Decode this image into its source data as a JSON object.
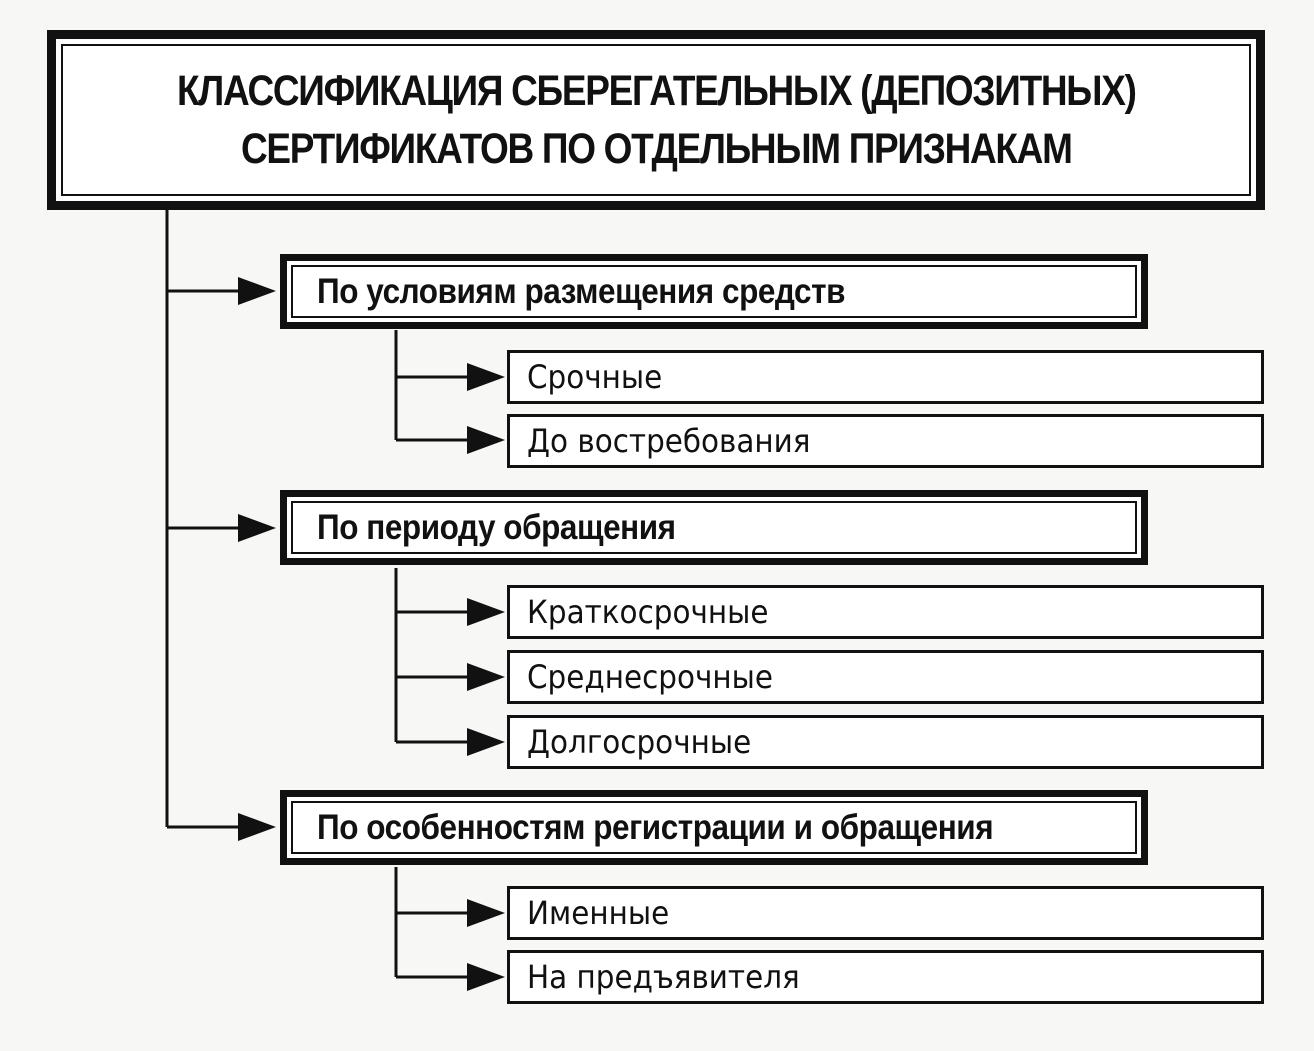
{
  "title": {
    "line1": "КЛАССИФИКАЦИЯ СБЕРЕГАТЕЛЬНЫХ (ДЕПОЗИТНЫХ)",
    "line2": "СЕРТИФИКАТОВ ПО ОТДЕЛЬНЫМ ПРИЗНАКАМ"
  },
  "categories": [
    {
      "label": "По условиям размещения средств",
      "items": [
        "Срочные",
        "До востребования"
      ]
    },
    {
      "label": "По периоду обращения",
      "items": [
        "Краткосрочные",
        "Среднесрочные",
        "Долгосрочные"
      ]
    },
    {
      "label": "По особенностям регистрации и обращения",
      "items": [
        "Именные",
        "На предъявителя"
      ]
    }
  ]
}
